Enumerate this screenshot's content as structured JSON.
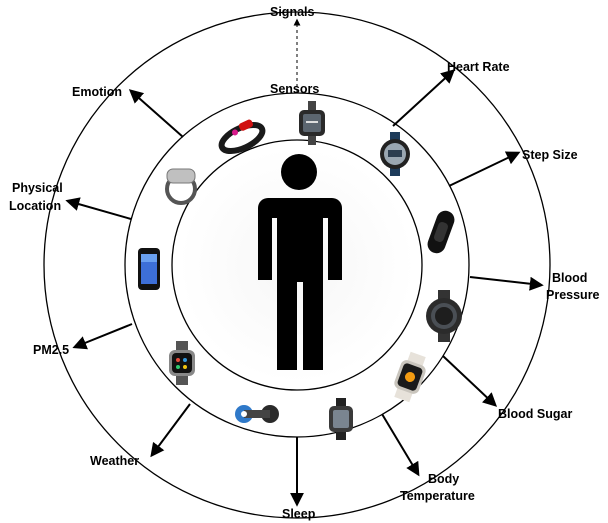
{
  "center_label": "Sensors",
  "top_label": "Signals",
  "signals": {
    "heart_rate": "Heart Rate",
    "step_size": "Step Size",
    "blood_pressure_1": "Blood",
    "blood_pressure_2": "Pressure",
    "blood_sugar": "Blood Sugar",
    "body_temp_1": "Body",
    "body_temp_2": "Temperature",
    "sleep": "Sleep",
    "weather": "Weather",
    "pm25": "PM2.5",
    "physical_location_1": "Physical",
    "physical_location_2": "Location",
    "emotion": "Emotion"
  },
  "devices": [
    "smartwatch-square",
    "sport-watch",
    "fitness-band",
    "round-smartwatch",
    "apple-watch",
    "square-watch",
    "clip-tracker",
    "apple-watch-classic",
    "smartphone",
    "ring-tracker",
    "wristband-strap"
  ]
}
